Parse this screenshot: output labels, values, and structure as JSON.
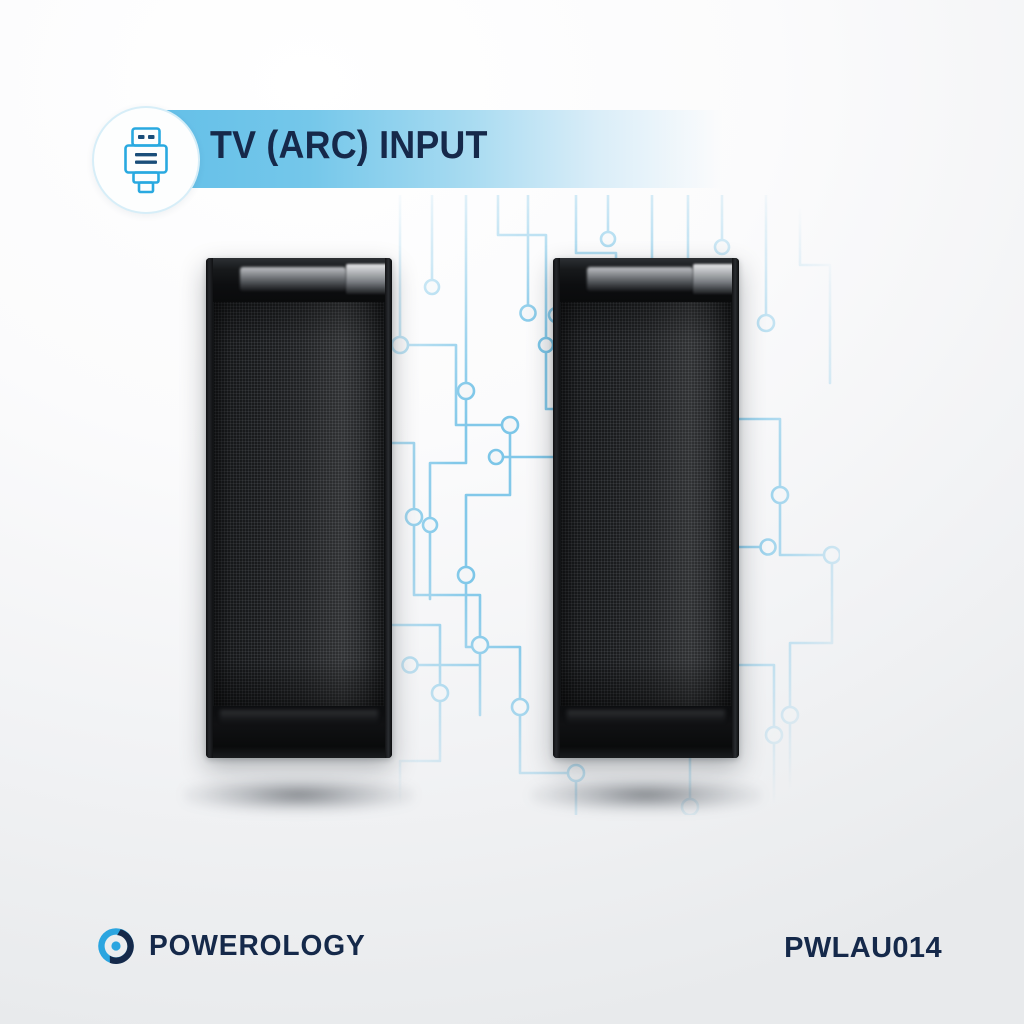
{
  "banner": {
    "title": "TV (ARC) INPUT",
    "icon": "hdmi-connector-icon",
    "bar_color_start": "#63bfe8",
    "bar_color_end": "#ecf5fa",
    "title_color": "#16294a",
    "circle_fill": "#fdfefe",
    "circle_border": "#d7eef8",
    "icon_color": "#29a9e0"
  },
  "product": {
    "speakers": [
      {
        "label": "left-speaker",
        "body_color": "#1a1c1f",
        "grille_color": "#232528"
      },
      {
        "label": "right-speaker",
        "body_color": "#1a1c1f",
        "grille_color": "#232528"
      }
    ]
  },
  "background": {
    "circuit_line_color": "#7cc6e8",
    "base_color": "#f2f3f5"
  },
  "footer": {
    "brand": "POWEROLOGY",
    "brand_icon": "powerology-logo-icon",
    "brand_color": "#15294a",
    "brand_mark_color": "#2ba5e0",
    "sku": "PWLAU014",
    "sku_color": "#15294a"
  }
}
